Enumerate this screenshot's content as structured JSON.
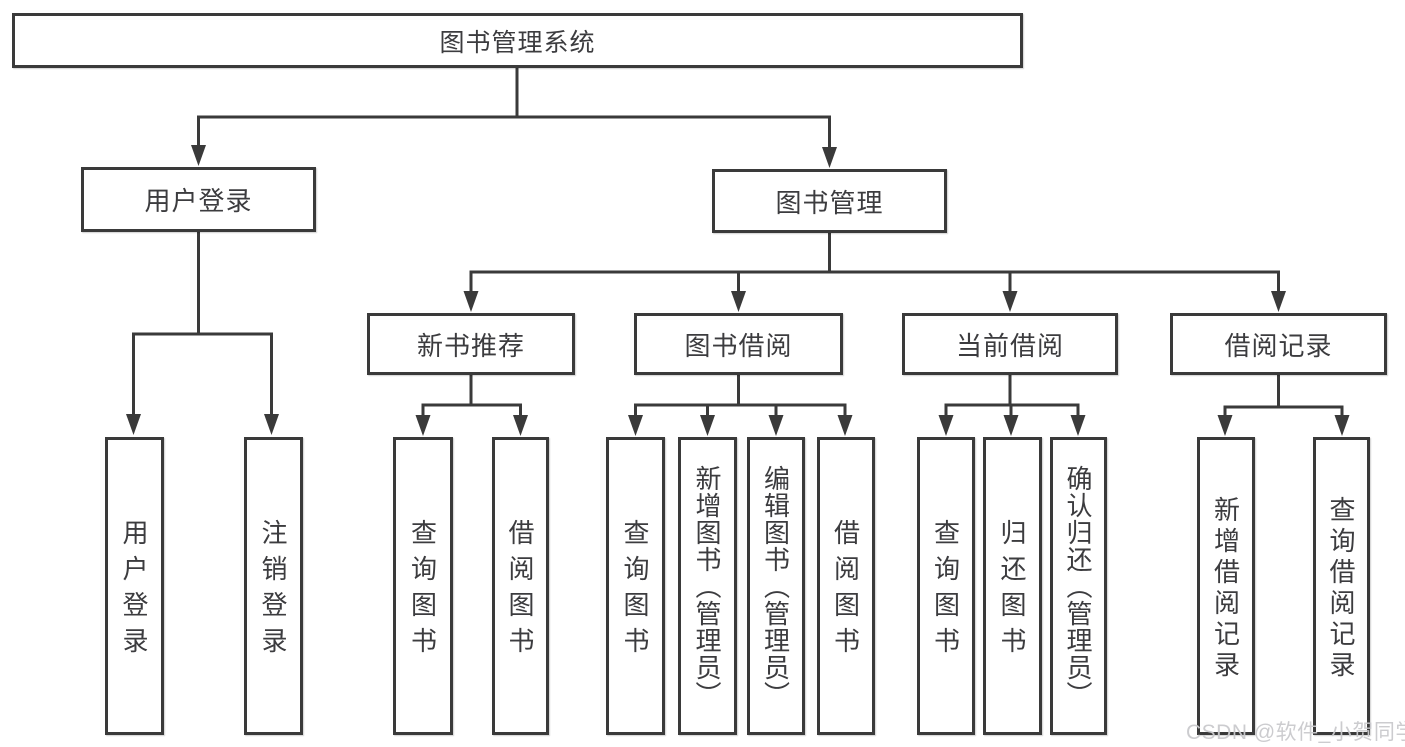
{
  "diagram": {
    "title": "图书管理系统",
    "level2": [
      {
        "label": "用户登录"
      },
      {
        "label": "图书管理"
      }
    ],
    "level3": [
      {
        "label": "新书推荐",
        "parent": "图书管理"
      },
      {
        "label": "图书借阅",
        "parent": "图书管理"
      },
      {
        "label": "当前借阅",
        "parent": "图书管理"
      },
      {
        "label": "借阅记录",
        "parent": "图书管理"
      }
    ],
    "leaves": [
      {
        "label": "用户登录",
        "parent": "用户登录"
      },
      {
        "label": "注销登录",
        "parent": "用户登录"
      },
      {
        "label": "查询图书",
        "parent": "新书推荐"
      },
      {
        "label": "借阅图书",
        "parent": "新书推荐"
      },
      {
        "label": "查询图书",
        "parent": "图书借阅"
      },
      {
        "label": "新增图书（管理员）",
        "parent": "图书借阅"
      },
      {
        "label": "编辑图书（管理员）",
        "parent": "图书借阅"
      },
      {
        "label": "借阅图书",
        "parent": "图书借阅"
      },
      {
        "label": "查询图书",
        "parent": "当前借阅"
      },
      {
        "label": "归还图书",
        "parent": "当前借阅"
      },
      {
        "label": "确认归还（管理员）",
        "parent": "当前借阅"
      },
      {
        "label": "新增借阅记录",
        "parent": "借阅记录"
      },
      {
        "label": "查询借阅记录",
        "parent": "借阅记录"
      }
    ],
    "colors": {
      "line": "#3a3a3a",
      "text": "#3c3c3f",
      "background": "#ffffff",
      "watermark": "#c9c9cc"
    },
    "watermark": "CSDN @软件_小贺同学"
  }
}
